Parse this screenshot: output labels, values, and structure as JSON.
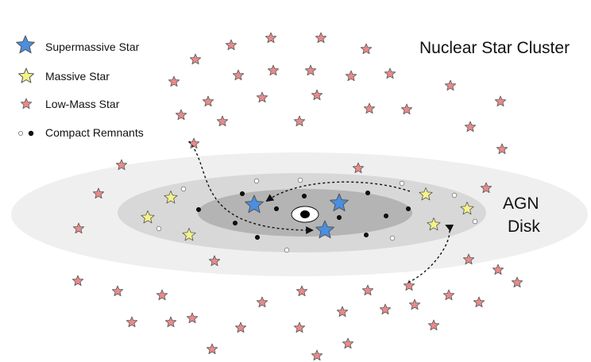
{
  "title": "Nuclear Star Cluster",
  "disk_label_line1": "AGN",
  "disk_label_line2": "Disk",
  "legend": [
    {
      "label": "Supermassive Star",
      "symbol": "star",
      "color": "#4a8fe0"
    },
    {
      "label": "Massive Star",
      "symbol": "star",
      "color": "#f4f28a"
    },
    {
      "label": "Low-Mass Star",
      "symbol": "star",
      "color": "#e88a8a"
    },
    {
      "label": "Compact Remnants",
      "symbol": "dots",
      "color": "#111111"
    }
  ],
  "colors": {
    "disk_outer": "#efefef",
    "disk_middle": "#d8d8d8",
    "disk_inner": "#b4b4b4",
    "supermassive": "#4a8fe0",
    "massive": "#f4f28a",
    "low_mass": "#e88a8a",
    "remnant_dark": "#111111",
    "remnant_light": "#ffffff"
  }
}
